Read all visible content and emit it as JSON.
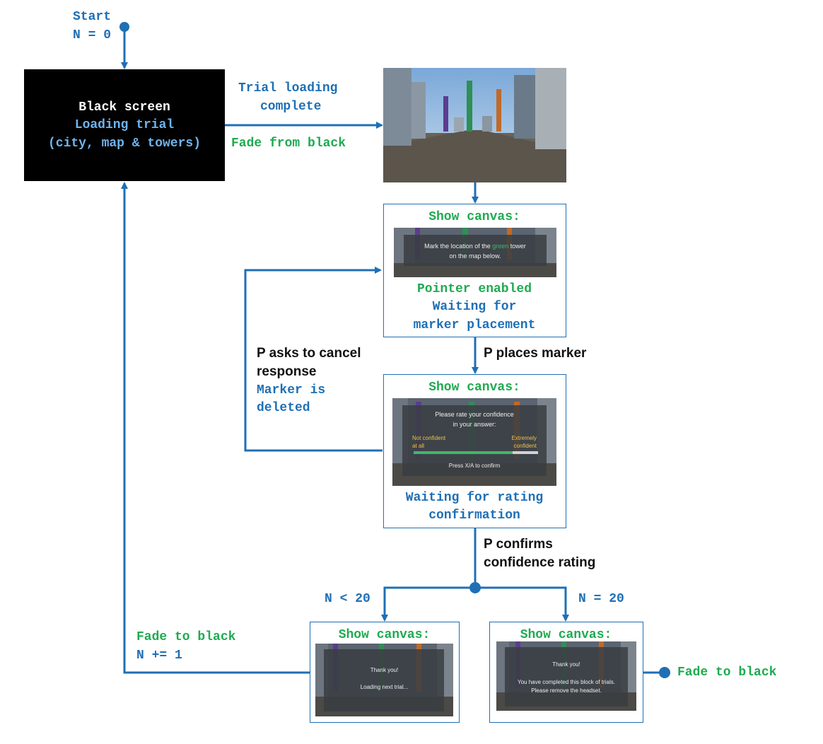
{
  "start": {
    "label": "Start",
    "counter": "N = 0"
  },
  "black_screen": {
    "title": "Black screen",
    "line1": "Loading trial",
    "line2": "(city, map & towers)"
  },
  "edge_loading": {
    "line1": "Trial loading",
    "line2": "complete",
    "action": "Fade from black"
  },
  "canvas_marker": {
    "heading": "Show canvas:",
    "overlay_prefix": "Mark the location of the",
    "overlay_color_word": "green",
    "overlay_suffix": "tower",
    "overlay_line2": "on the map below.",
    "state1": "Pointer enabled",
    "state2": "Waiting for",
    "state3": "marker placement"
  },
  "edge_place": {
    "label": "P places marker"
  },
  "edge_cancel": {
    "line1": "P asks to cancel",
    "line2": "response",
    "line3": "Marker is",
    "line4": "deleted"
  },
  "canvas_rating": {
    "heading": "Show canvas:",
    "overlay_line1": "Please rate your confidence",
    "overlay_line2": "in your answer:",
    "low_line1": "Not confident",
    "low_line2": "at all",
    "high_line1": "Extremely",
    "high_line2": "confident",
    "confirm": "Press X/A to confirm",
    "state1": "Waiting for rating",
    "state2": "confirmation"
  },
  "edge_confirm": {
    "line1": "P confirms",
    "line2": "confidence rating"
  },
  "branch_left": {
    "label": "N < 20"
  },
  "branch_right": {
    "label": "N = 20"
  },
  "canvas_next": {
    "heading": "Show canvas:",
    "overlay_line1": "Thank you!",
    "overlay_line2": "Loading next trial..."
  },
  "canvas_end": {
    "heading": "Show canvas:",
    "overlay_line1": "Thank you!",
    "overlay_line2": "You have completed this block of trials.",
    "overlay_line3": "Please remove the headset."
  },
  "edge_loop": {
    "line1": "Fade to black",
    "line2": "N += 1"
  },
  "end_label": "Fade to black",
  "colors": {
    "arrow_blue": "#1f6fb5",
    "label_blue": "#1f6fb5",
    "label_light_blue": "#6fb4ee",
    "label_green": "#1faa50",
    "tower_purple": "#5a3d8f",
    "tower_green": "#2f8f55",
    "tower_orange": "#c06a2a"
  }
}
